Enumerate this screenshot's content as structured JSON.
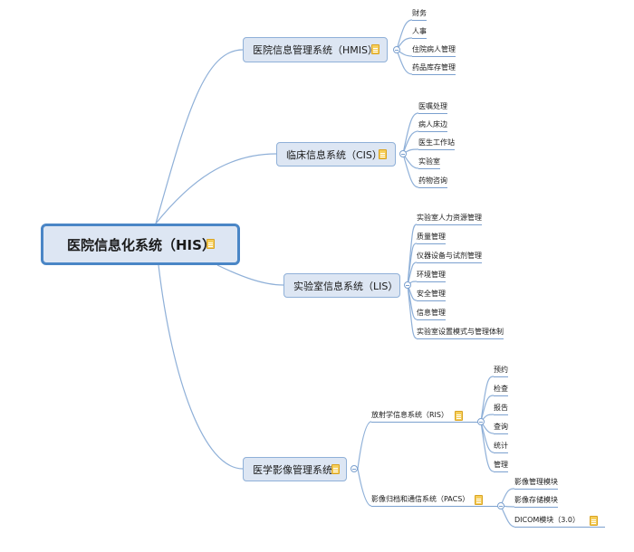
{
  "root": {
    "label": "医院信息化系统（HIS）"
  },
  "branches": [
    {
      "label": "医院信息管理系统（HMIS）",
      "children": [
        "财务",
        "人事",
        "住院病人管理",
        "药品库存管理"
      ]
    },
    {
      "label": "临床信息系统（CIS）",
      "children": [
        "医嘱处理",
        "病人床边",
        "医生工作站",
        "实验室",
        "药物咨询"
      ]
    },
    {
      "label": "实验室信息系统（LIS）",
      "children": [
        "实验室人力资源管理",
        "质量管理",
        "仪器设备与试剂管理",
        "环境管理",
        "安全管理",
        "信息管理",
        "实验室设置模式与管理体制"
      ]
    },
    {
      "label": "医学影像管理系统",
      "subbranches": [
        {
          "label": "放射学信息系统（RIS）",
          "children": [
            "预约",
            "检查",
            "报告",
            "查询",
            "统计",
            "管理"
          ]
        },
        {
          "label": "影像归档和通信系统（PACS）",
          "children": [
            "影像管理模块",
            "影像存储模块",
            "DICOM模块（3.0）"
          ]
        }
      ]
    }
  ],
  "colors": {
    "line": "#8fb0d8",
    "node_fill": "#dde6f3",
    "root_border": "#4a86c6",
    "note_icon": "#f6ce59"
  },
  "icons": {
    "note": "note-icon",
    "collapse": "collapse-toggle-icon"
  }
}
